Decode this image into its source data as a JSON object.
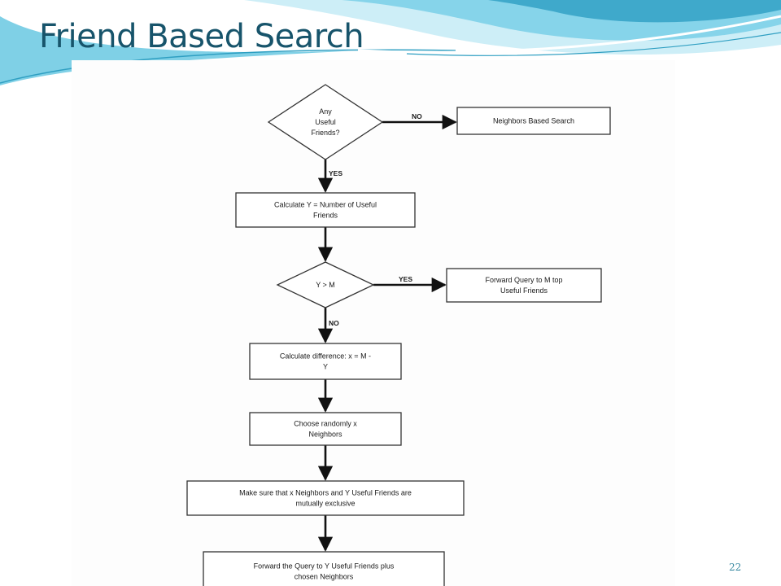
{
  "slide": {
    "title": "Friend Based Search",
    "page_number": "22"
  },
  "colors": {
    "title": "#17546b",
    "wave_light": "#bde7f3",
    "wave_mid": "#6ccbe4",
    "wave_dark": "#2f9fc2",
    "page_number": "#3c8ba3"
  },
  "diagram": {
    "nodes": [
      {
        "id": "useful-friends-decision",
        "shape": "diamond",
        "lines": [
          "Any",
          "Useful",
          "Friends?"
        ]
      },
      {
        "id": "neighbors-based-search",
        "shape": "rect",
        "lines": [
          "Neighbors Based Search"
        ]
      },
      {
        "id": "calculate-y",
        "shape": "rect",
        "lines": [
          "Calculate Y = Number of Useful",
          "Friends"
        ]
      },
      {
        "id": "y-greater-m-decision",
        "shape": "diamond",
        "lines": [
          "Y > M"
        ]
      },
      {
        "id": "forward-to-m-top",
        "shape": "rect",
        "lines": [
          "Forward Query to M top",
          "Useful Friends"
        ]
      },
      {
        "id": "calculate-difference",
        "shape": "rect",
        "lines": [
          "Calculate difference: x = M -",
          "Y"
        ]
      },
      {
        "id": "choose-randomly",
        "shape": "rect",
        "lines": [
          "Choose randomly x",
          "Neighbors"
        ]
      },
      {
        "id": "make-sure-exclusive",
        "shape": "rect",
        "lines": [
          "Make sure that x Neighbors and Y Useful Friends are",
          "mutually exclusive"
        ]
      },
      {
        "id": "forward-to-y-plus-neighbors",
        "shape": "rect",
        "lines": [
          "Forward the Query to Y Useful Friends plus",
          "chosen Neighbors"
        ]
      }
    ],
    "edges": [
      {
        "from": "useful-friends-decision",
        "to": "neighbors-based-search",
        "label": "NO"
      },
      {
        "from": "useful-friends-decision",
        "to": "calculate-y",
        "label": "YES"
      },
      {
        "from": "calculate-y",
        "to": "y-greater-m-decision",
        "label": ""
      },
      {
        "from": "y-greater-m-decision",
        "to": "forward-to-m-top",
        "label": "YES"
      },
      {
        "from": "y-greater-m-decision",
        "to": "calculate-difference",
        "label": "NO"
      },
      {
        "from": "calculate-difference",
        "to": "choose-randomly",
        "label": ""
      },
      {
        "from": "choose-randomly",
        "to": "make-sure-exclusive",
        "label": ""
      },
      {
        "from": "make-sure-exclusive",
        "to": "forward-to-y-plus-neighbors",
        "label": ""
      }
    ]
  }
}
